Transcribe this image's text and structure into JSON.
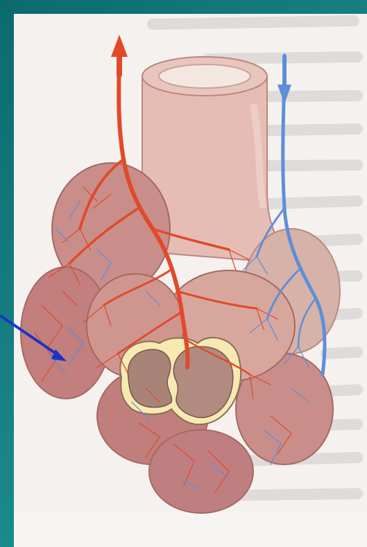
{
  "figure": {
    "colors": {
      "frame": "#0f7373",
      "tissue": "#e8b8a8",
      "tissue_shadow": "#b97a70",
      "artery": "#e04a2a",
      "vein": "#5f8ed8",
      "capillary_blue": "#7c8fd0",
      "pointer": "#1a33c8",
      "background_text": "#c9c6c8"
    },
    "icons": {
      "arterial_flow": "arrow-up-red",
      "venous_flow": "arrow-down-blue",
      "pointer": "arrow-pointer-blue"
    }
  }
}
